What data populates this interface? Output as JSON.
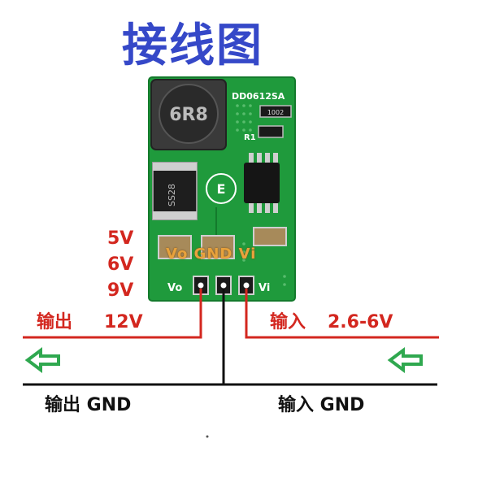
{
  "title": "接线图",
  "board": {
    "model_label": "DD0612SA",
    "inductor_marking": "6R8",
    "diode_marking": "SS28",
    "resistor_label": "R1",
    "resistor_marking": "1002",
    "pin_silk_out": "Vo",
    "pin_silk_in": "Vi",
    "pin_overlay": "Vo GND Vi"
  },
  "output": {
    "voltages": [
      "5V",
      "6V",
      "9V",
      "12V"
    ],
    "label": "输出",
    "gnd_label": "输出 GND"
  },
  "input": {
    "label": "输入",
    "range": "2.6-6V",
    "gnd_label": "输入 GND"
  },
  "colors": {
    "title": "#3548c8",
    "signal_wire": "#d3271f",
    "ground_wire": "#111111",
    "arrow": "#2fa84f",
    "pcb": "#1f9a3c"
  }
}
